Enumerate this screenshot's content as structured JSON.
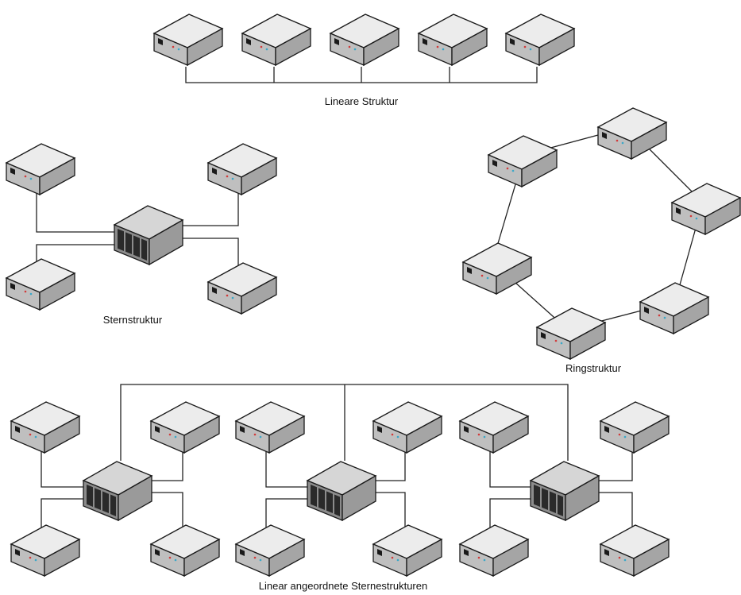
{
  "labels": {
    "linear": "Lineare Struktur",
    "star": "Sternstruktur",
    "ring": "Ringstruktur",
    "linear_stars": "Linear angeordnete Sternestrukturen"
  },
  "colors": {
    "wire": "#222222",
    "device_top": "#ececec",
    "device_front": "#bfbfbf",
    "device_side": "#a5a5a5",
    "device_outline": "#1a1a1a",
    "hub_top": "#d6d6d6",
    "hub_front": "#8c8c8c",
    "hub_side": "#9a9a9a",
    "led_red": "#d23a3a",
    "led_cyan": "#3aa8c8"
  },
  "icons": {
    "network_device": "network-device-icon",
    "hub": "hub-icon"
  }
}
